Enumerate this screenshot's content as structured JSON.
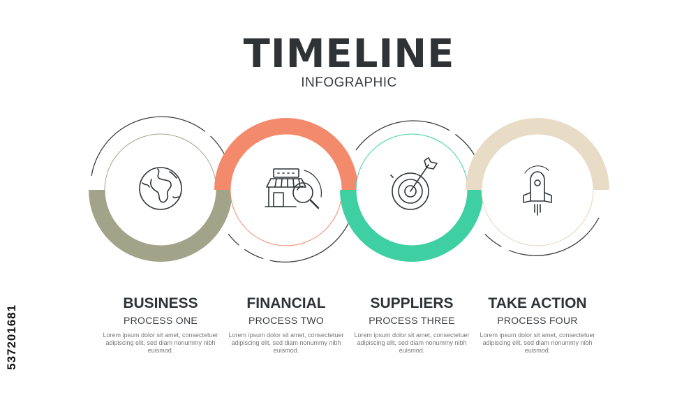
{
  "header": {
    "title": "TIMELINE",
    "subtitle": "INFOGRAPHIC"
  },
  "side_id": "537201681",
  "colors": {
    "olive": "#a2a489",
    "coral": "#f48a6c",
    "teal": "#3ecfa3",
    "sand": "#e9dcc7",
    "line": "#3a3d40"
  },
  "steps": [
    {
      "title": "BUSINESS",
      "process": "PROCESS ONE",
      "description": "Lorem ipsum dolor sit amet, consectetuer adipiscing elit, sed diam nonummy nibh euismod.",
      "icon": "globe-icon"
    },
    {
      "title": "FINANCIAL",
      "process": "PROCESS TWO",
      "description": "Lorem ipsum dolor sit amet, consectetuer adipiscing elit, sed diam nonummy nibh euismod.",
      "icon": "shop-search-icon"
    },
    {
      "title": "SUPPLIERS",
      "process": "PROCESS THREE",
      "description": "Lorem ipsum dolor sit amet, consectetuer adipiscing elit, sed diam nonummy nibh euismod.",
      "icon": "target-icon"
    },
    {
      "title": "TAKE ACTION",
      "process": "PROCESS FOUR",
      "description": "Lorem ipsum dolor sit amet, consectetuer adipiscing elit, sed diam nonummy nibh euismod.",
      "icon": "rocket-icon"
    }
  ]
}
